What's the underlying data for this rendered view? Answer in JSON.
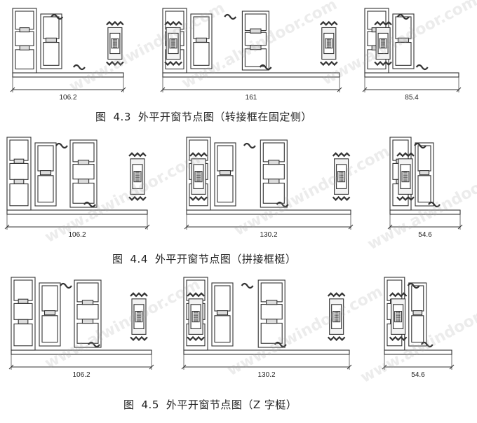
{
  "figures": [
    {
      "caption_prefix": "图",
      "caption_number": "4.3",
      "caption_text": "外平开窗节点图（转接框在固定侧）",
      "dimensions": [
        "106.2",
        "161",
        "85.4"
      ]
    },
    {
      "caption_prefix": "图",
      "caption_number": "4.4",
      "caption_text": "外平开窗节点图（拼接框梃）",
      "dimensions": [
        "106.2",
        "130.2",
        "54.6"
      ]
    },
    {
      "caption_prefix": "图",
      "caption_number": "4.5",
      "caption_text": "外平开窗节点图（Z 字梃）",
      "dimensions": [
        "106.2",
        "130.2",
        "54.6"
      ]
    }
  ],
  "watermark": "www.alwindoor.com",
  "colors": {
    "line": "#333333",
    "fill": "#ffffff",
    "glass": "#bbbbbb",
    "seal": "#333333"
  }
}
